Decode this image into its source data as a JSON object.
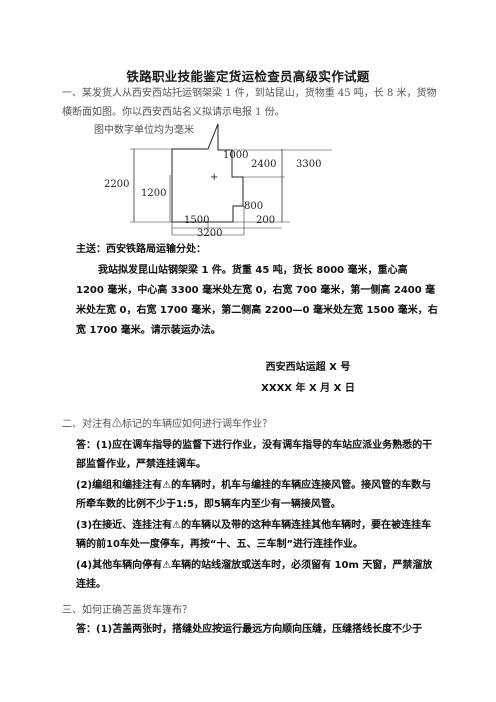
{
  "document": {
    "title": "铁路职业技能鉴定货运检查员高级实作试题",
    "q1_text": "一、某发货人从西安西站托运钢架梁 1 件，到站昆山，货物重 45 吨，长 8 米，货物横断面如图。你以西安西站名义拟请示电报 1 份。",
    "figure_note": "图中数字单位均为毫米",
    "figure_labels": {
      "d1000": "1000",
      "d2400": "2400",
      "d3300": "3300",
      "d2200": "2200",
      "d1200": "1200",
      "d800": "800",
      "d1500": "1500",
      "d200": "200",
      "d3200": "3200",
      "center": "+"
    },
    "to_line": "主送：西安铁路局运输分处：",
    "body": "我站拟发昆山站钢架梁 1 件。货重 45 吨，货长 8000 毫米，重心高 1200 毫米，中心高 3300 毫米处左宽 0，右宽 700 毫米，第一侧高 2400 毫米处左宽 0，右宽 1700 毫米，第二侧高 2200—0 毫米处左宽 1500 毫米，右宽 1700 毫米。请示装运办法。",
    "sign_station": "西安西站运超 X 号",
    "sign_date": "XXXX 年 X 月 X 日",
    "q2_text": "二、对注有⚠标记的车辆应如何进行调车作业？",
    "a1": "答：(1)应在调车指导的监督下进行作业，没有调车指导的车站应派业务熟悉的干部监督作业，严禁连挂调车。",
    "a2": "(2)编组和编挂注有⚠的车辆时，机车与编挂的车辆应连接风管。接风管的车数与所牵车数的比例不少于1:5，即5辆车内至少有一辆接风管。",
    "a3": "(3)在接近、连挂注有⚠的车辆以及带的这种车辆连挂其他车辆时，要在被连挂车辆的前10车处一度停车，再按“十、五、三车制”进行连挂作业。",
    "a4": "(4)其他车辆向停有⚠车辆的站线溜放或送车时，必须留有 10m 天窗，严禁溜放连挂。",
    "q3_text": "三、如何正确苫盖货车篷布？",
    "a5": "答：(1)苫盖两张时，搭缝处应按运行最远方向顺向压缝，压缝搭线长度不少于"
  }
}
